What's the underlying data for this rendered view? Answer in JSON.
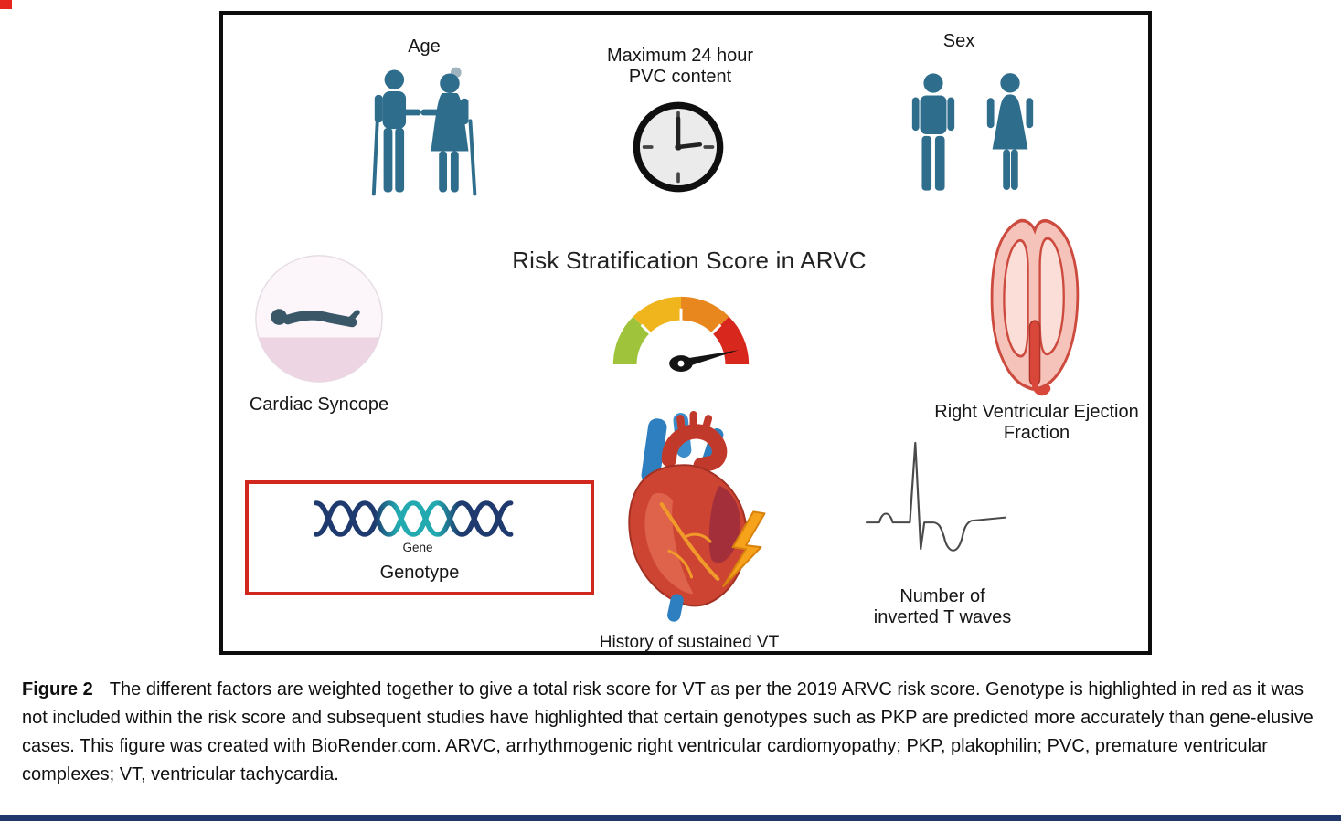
{
  "figure": {
    "title": "Risk Stratification Score in ARVC",
    "labels": {
      "age": "Age",
      "pvc": "Maximum 24 hour\nPVC content",
      "sex": "Sex",
      "cardiac_syncope": "Cardiac Syncope",
      "rv_ejection_fraction": "Right Ventricular Ejection\nFraction",
      "gene": "Gene",
      "genotype": "Genotype",
      "history_vt": "History of sustained VT",
      "inverted_t_waves": "Number of\ninverted T waves"
    }
  },
  "caption": {
    "label": "Figure 2",
    "text": "The different factors are weighted together to give a total risk score for VT as per the 2019 ARVC risk score. Genotype is highlighted in red as it was not included within the risk score and subsequent studies have highlighted that certain genotypes such as PKP are predicted more accurately than gene-elusive cases. This figure was created with BioRender.com. ARVC, arrhythmogenic right ventricular cardiomyopathy; PKP, plakophilin; PVC, premature ventricular complexes; VT, ventricular tachycardia."
  },
  "colors": {
    "icon_teal": "#2f6d8d",
    "highlight_red": "#d0281d",
    "navy_bar": "#20386b"
  }
}
